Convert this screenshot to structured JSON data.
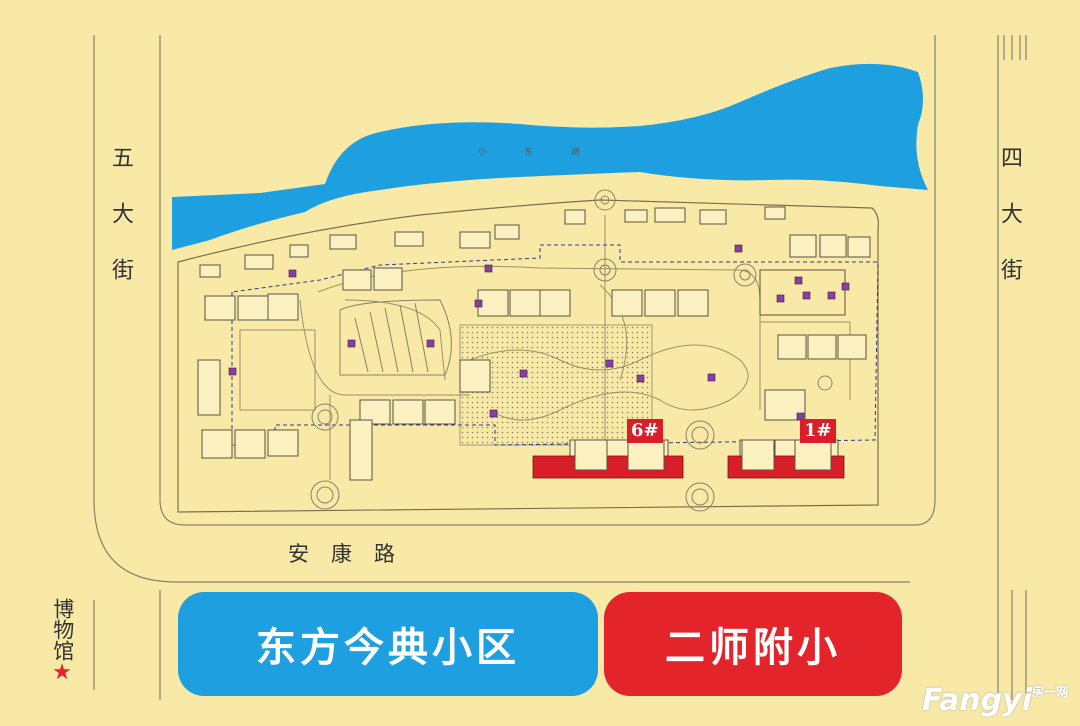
{
  "streets": {
    "west": "五大街",
    "east": "四大街",
    "south": "安康路"
  },
  "river_label": "小 东 湖",
  "landmarks": {
    "museum": "博物馆",
    "museum_marker": "★"
  },
  "buildings": {
    "tag_6": "6#",
    "tag_1": "1#"
  },
  "buttons": {
    "community": "东方今典小区",
    "school": "二师附小"
  },
  "watermark": {
    "brand": "Fangyi",
    "suffix": "房一网"
  },
  "colors": {
    "background": "#f8eaa6",
    "water": "#1e9fe0",
    "highlight": "#e3242b",
    "amenity": "#8a3fa0"
  }
}
